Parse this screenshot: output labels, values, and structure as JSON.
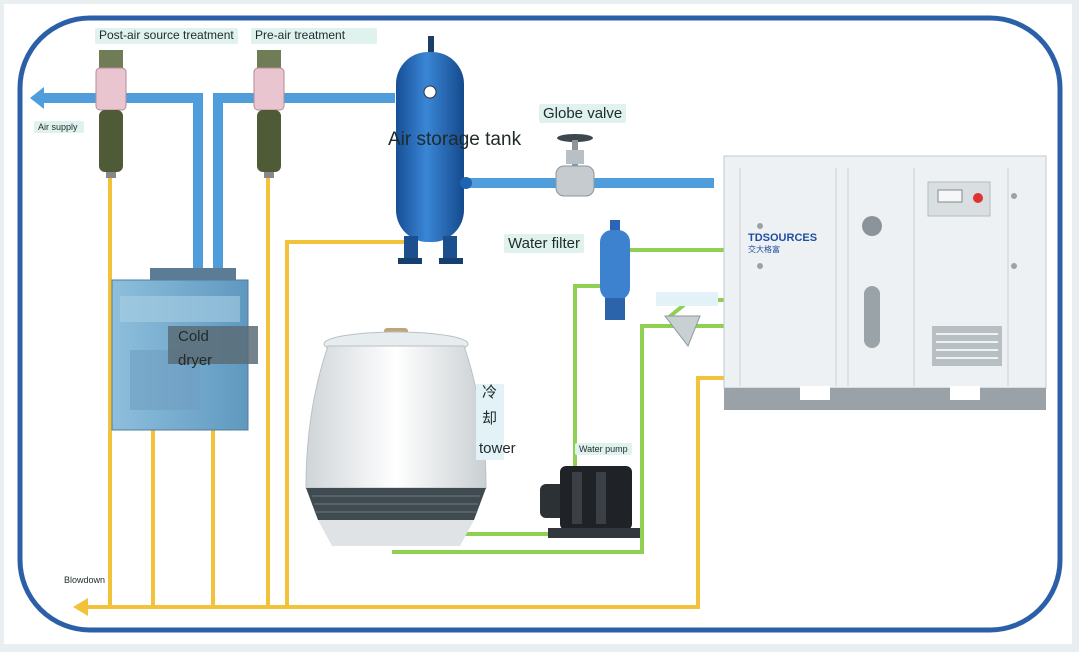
{
  "diagram": {
    "labels": {
      "post_air": "Post-air source treatment",
      "pre_air": "Pre-air treatment",
      "air_supply": "Air supply",
      "air_storage_tank": "Air storage tank",
      "globe_valve": "Globe valve",
      "water_filter": "Water filter",
      "cold_dryer_1": "Cold",
      "cold_dryer_2": "dryer",
      "cooling_tower_1": "冷",
      "cooling_tower_2": "却",
      "cooling_tower_3": "tower",
      "water_pump": "Water pump",
      "blowdown": "Blowdown"
    },
    "compressor_brand": "TDSOURCES",
    "compressor_brand_cn": "交大格富"
  },
  "colors": {
    "frame": "#2b5fa8",
    "air_pipe": "#4f9edb",
    "drain_line": "#f2c23a",
    "water_line": "#8fcf52",
    "tank": "#1f63b3",
    "dryer": "#7fb1d1",
    "compressor": "#eef1f3"
  }
}
